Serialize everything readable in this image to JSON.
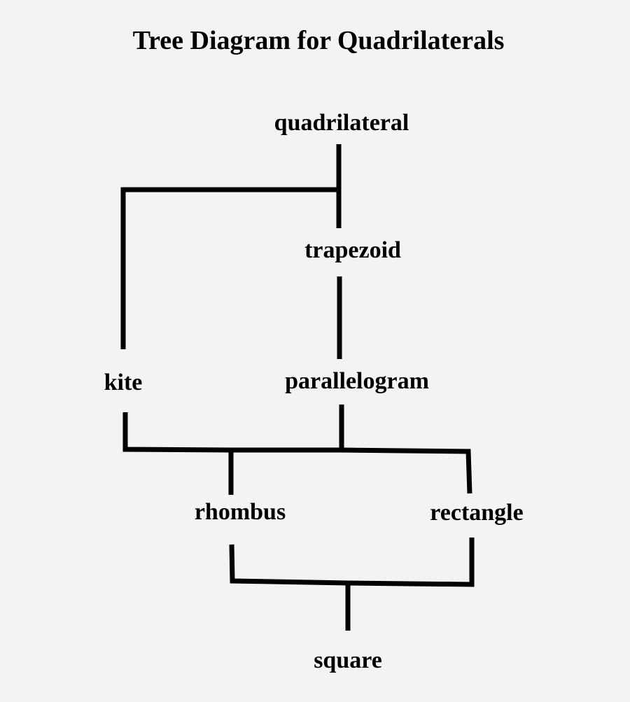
{
  "title": "Tree Diagram for Quadrilaterals",
  "nodes": {
    "quadrilateral": "quadrilateral",
    "trapezoid": "trapezoid",
    "kite": "kite",
    "parallelogram": "parallelogram",
    "rhombus": "rhombus",
    "rectangle": "rectangle",
    "square": "square"
  },
  "edges": [
    {
      "from": "quadrilateral",
      "to": "trapezoid"
    },
    {
      "from": "quadrilateral",
      "to": "kite"
    },
    {
      "from": "trapezoid",
      "to": "parallelogram"
    },
    {
      "from": "parallelogram",
      "to": "rhombus"
    },
    {
      "from": "parallelogram",
      "to": "rectangle"
    },
    {
      "from": "kite",
      "to": "rhombus"
    },
    {
      "from": "rhombus",
      "to": "square"
    },
    {
      "from": "rectangle",
      "to": "square"
    }
  ],
  "colors": {
    "background": "#f3f3f3",
    "ink": "#000000"
  }
}
